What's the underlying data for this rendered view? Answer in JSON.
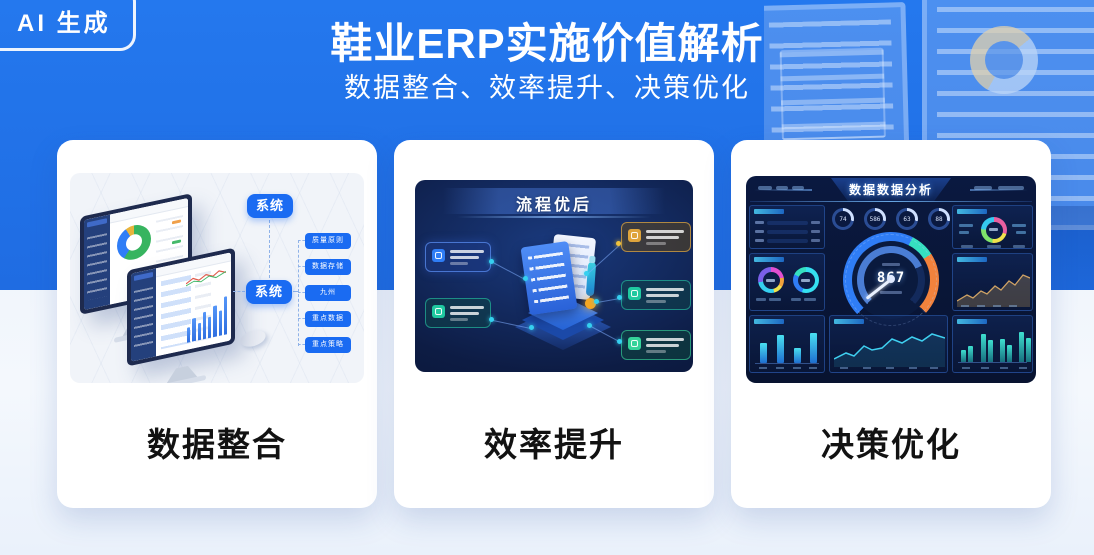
{
  "header": {
    "badge": "AI 生成",
    "title": "鞋业ERP实施价值解析",
    "subtitle": "数据整合、效率提升、决策优化"
  },
  "cards": [
    {
      "label": "数据整合",
      "pill_top": "系统",
      "pill_bottom": "系统",
      "modules": [
        "质量原则",
        "数据存储",
        "九州",
        "重点数据",
        "重点策略"
      ]
    },
    {
      "label": "效率提升",
      "title": "流程优后"
    },
    {
      "label": "决策优化",
      "title": "数据数据分析",
      "gauge_value": "867",
      "rings": [
        "74",
        "586",
        "63",
        "88"
      ]
    }
  ],
  "colors": {
    "header_blue": "#2272e9",
    "accent_blue": "#1a6bf2",
    "dark_panel": "#0a1940",
    "teal": "#35e0c0",
    "orange": "#f2823c"
  }
}
